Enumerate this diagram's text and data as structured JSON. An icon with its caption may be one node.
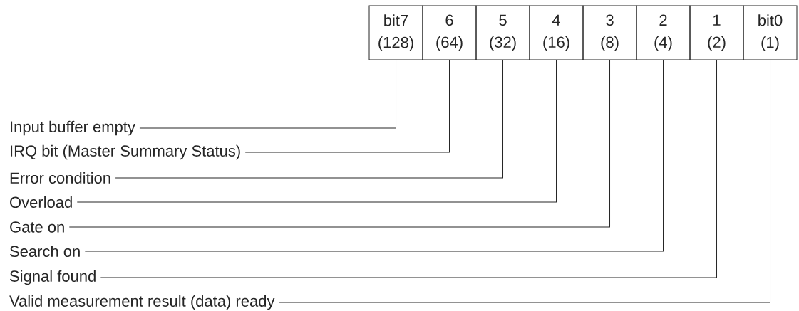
{
  "diagram": {
    "nodes": [
      {
        "text": [
          "bit7",
          "(128)"
        ]
      },
      {
        "text": [
          "6",
          "(64)"
        ]
      },
      {
        "text": [
          "5",
          "(32)"
        ]
      },
      {
        "text": [
          "4",
          "(16)"
        ]
      },
      {
        "text": [
          "3",
          "(8)"
        ]
      },
      {
        "text": [
          "2",
          "(4)"
        ]
      },
      {
        "text": [
          "1",
          "(2)"
        ]
      },
      {
        "text": [
          "bit0",
          "(1)"
        ]
      },
      {
        "text": [
          "Input buffer empty"
        ]
      },
      {
        "text": [
          "IRQ bit (Master Summary Status)"
        ]
      },
      {
        "text": [
          "Error condition"
        ]
      },
      {
        "text": [
          "Overload"
        ]
      },
      {
        "text": [
          "Gate on"
        ]
      },
      {
        "text": [
          "Search on"
        ]
      },
      {
        "text": [
          "Signal found"
        ]
      },
      {
        "text": [
          "Valid measurement result (data) ready"
        ]
      }
    ],
    "edges": [
      {
        "from": 8,
        "to": 0,
        "arrow": "none"
      },
      {
        "from": 9,
        "to": 1,
        "arrow": "none"
      },
      {
        "from": 10,
        "to": 2,
        "arrow": "none"
      },
      {
        "from": 11,
        "to": 3,
        "arrow": "none"
      },
      {
        "from": 12,
        "to": 4,
        "arrow": "none"
      },
      {
        "from": 13,
        "to": 5,
        "arrow": "none"
      },
      {
        "from": 14,
        "to": 6,
        "arrow": "none"
      },
      {
        "from": 15,
        "to": 7,
        "arrow": "none"
      }
    ]
  }
}
